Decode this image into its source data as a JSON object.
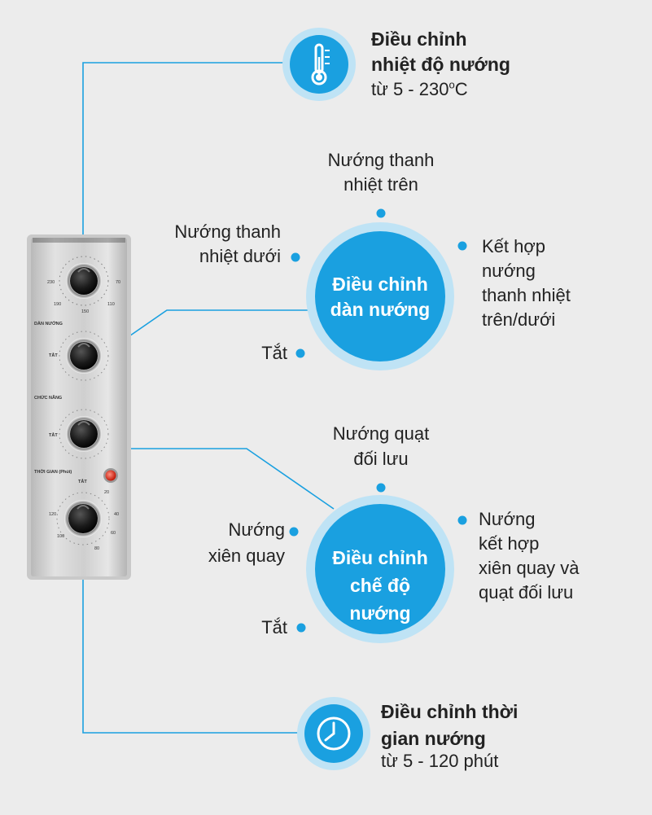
{
  "temperature": {
    "title_line1": "Điều chỉnh",
    "title_line2": "nhiệt độ nướng",
    "range_prefix": "từ 5 - 230",
    "range_unit_deg": "o",
    "range_unit": "C",
    "icon": "thermometer-icon"
  },
  "rack": {
    "label_line1": "Điều chỉnh",
    "label_line2": "dàn nướng",
    "options": {
      "top_line1": "Nướng thanh",
      "top_line2": "nhiệt trên",
      "bottom_line1": "Nướng thanh",
      "bottom_line2": "nhiệt dưới",
      "combined_line1": "Kết hợp",
      "combined_line2": "nướng",
      "combined_line3": "thanh nhiệt",
      "combined_line4": "trên/dưới",
      "off": "Tắt"
    }
  },
  "mode": {
    "label_line1": "Điều chỉnh",
    "label_line2": "chế độ",
    "label_line3": "nướng",
    "options": {
      "fan_line1": "Nướng quạt",
      "fan_line2": "đối lưu",
      "rotisserie_line1": "Nướng",
      "rotisserie_line2": "xiên quay",
      "combo_line1": "Nướng",
      "combo_line2": "kết hợp",
      "combo_line3": "xiên quay và",
      "combo_line4": "quạt đối lưu",
      "off": "Tắt"
    }
  },
  "timer": {
    "title_line1": "Điều chỉnh thời",
    "title_line2": "gian nướng",
    "range": "từ 5 - 120 phút",
    "icon": "clock-icon"
  },
  "panel": {
    "rack_label": "DÀN NƯỚNG",
    "function_label": "CHỨC NĂNG",
    "timer_label": "THỜI GIAN (Phút)",
    "off_mark": "TẮT",
    "temp_ticks": [
      "230",
      "70",
      "190",
      "110",
      "150"
    ],
    "timer_ticks": [
      "20",
      "40",
      "60",
      "80",
      "100",
      "120"
    ]
  },
  "colors": {
    "accent": "#1aa0e0",
    "circle_ring": "#bfe3f5",
    "line": "#1aa0e0",
    "background": "#ececec",
    "panel": "#cfcfcf",
    "indicator": "#e03020"
  }
}
